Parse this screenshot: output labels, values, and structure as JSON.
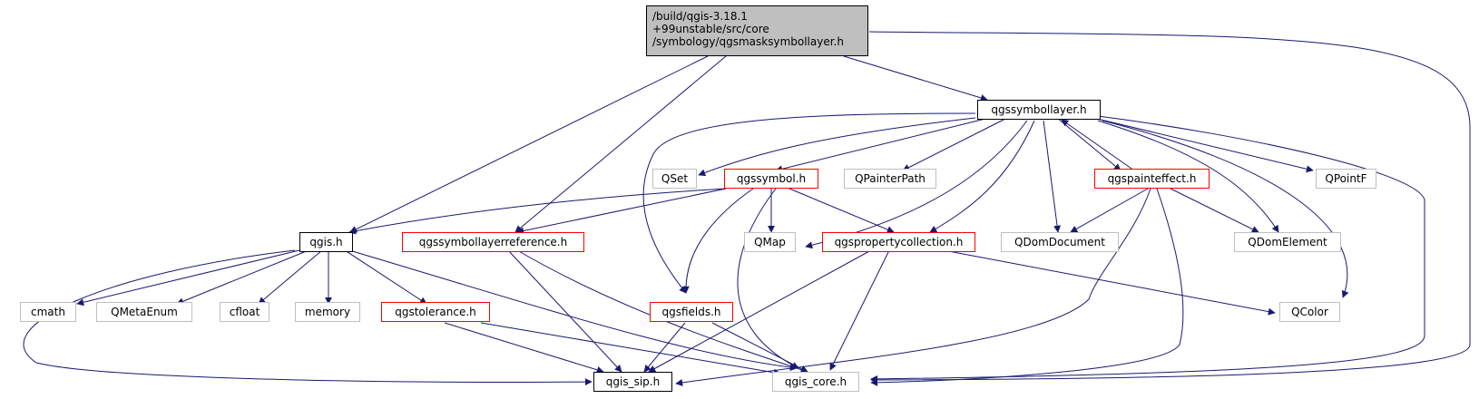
{
  "graph": {
    "root": {
      "line1": "/build/qgis-3.18.1",
      "line2": "+99unstable/src/core",
      "line3": "/symbology/qgsmasksymbollayer.h"
    },
    "nodes": {
      "qgssymbollayer": "qgssymbollayer.h",
      "qset": "QSet",
      "qgssymbol": "qgssymbol.h",
      "qpainterpath": "QPainterPath",
      "qgspainteffect": "qgspainteffect.h",
      "qpointf": "QPointF",
      "qgis": "qgis.h",
      "qgssymbollayerreference": "qgssymbollayerreference.h",
      "qmap": "QMap",
      "qgspropertycollection": "qgspropertycollection.h",
      "qdomdocument": "QDomDocument",
      "qdomelement": "QDomElement",
      "cmath": "cmath",
      "qmetaenum": "QMetaEnum",
      "cfloat": "cfloat",
      "memory": "memory",
      "qgstolerance": "qgstolerance.h",
      "qgsfields": "qgsfields.h",
      "qcolor": "QColor",
      "qgis_sip": "qgis_sip.h",
      "qgis_core": "qgis_core.h"
    },
    "colors": {
      "edge": "#191970",
      "documented_border": "#000000",
      "truncated_border": "#ff0000",
      "external_border": "#bfbfbf",
      "root_fill": "#bfbfbf"
    }
  }
}
